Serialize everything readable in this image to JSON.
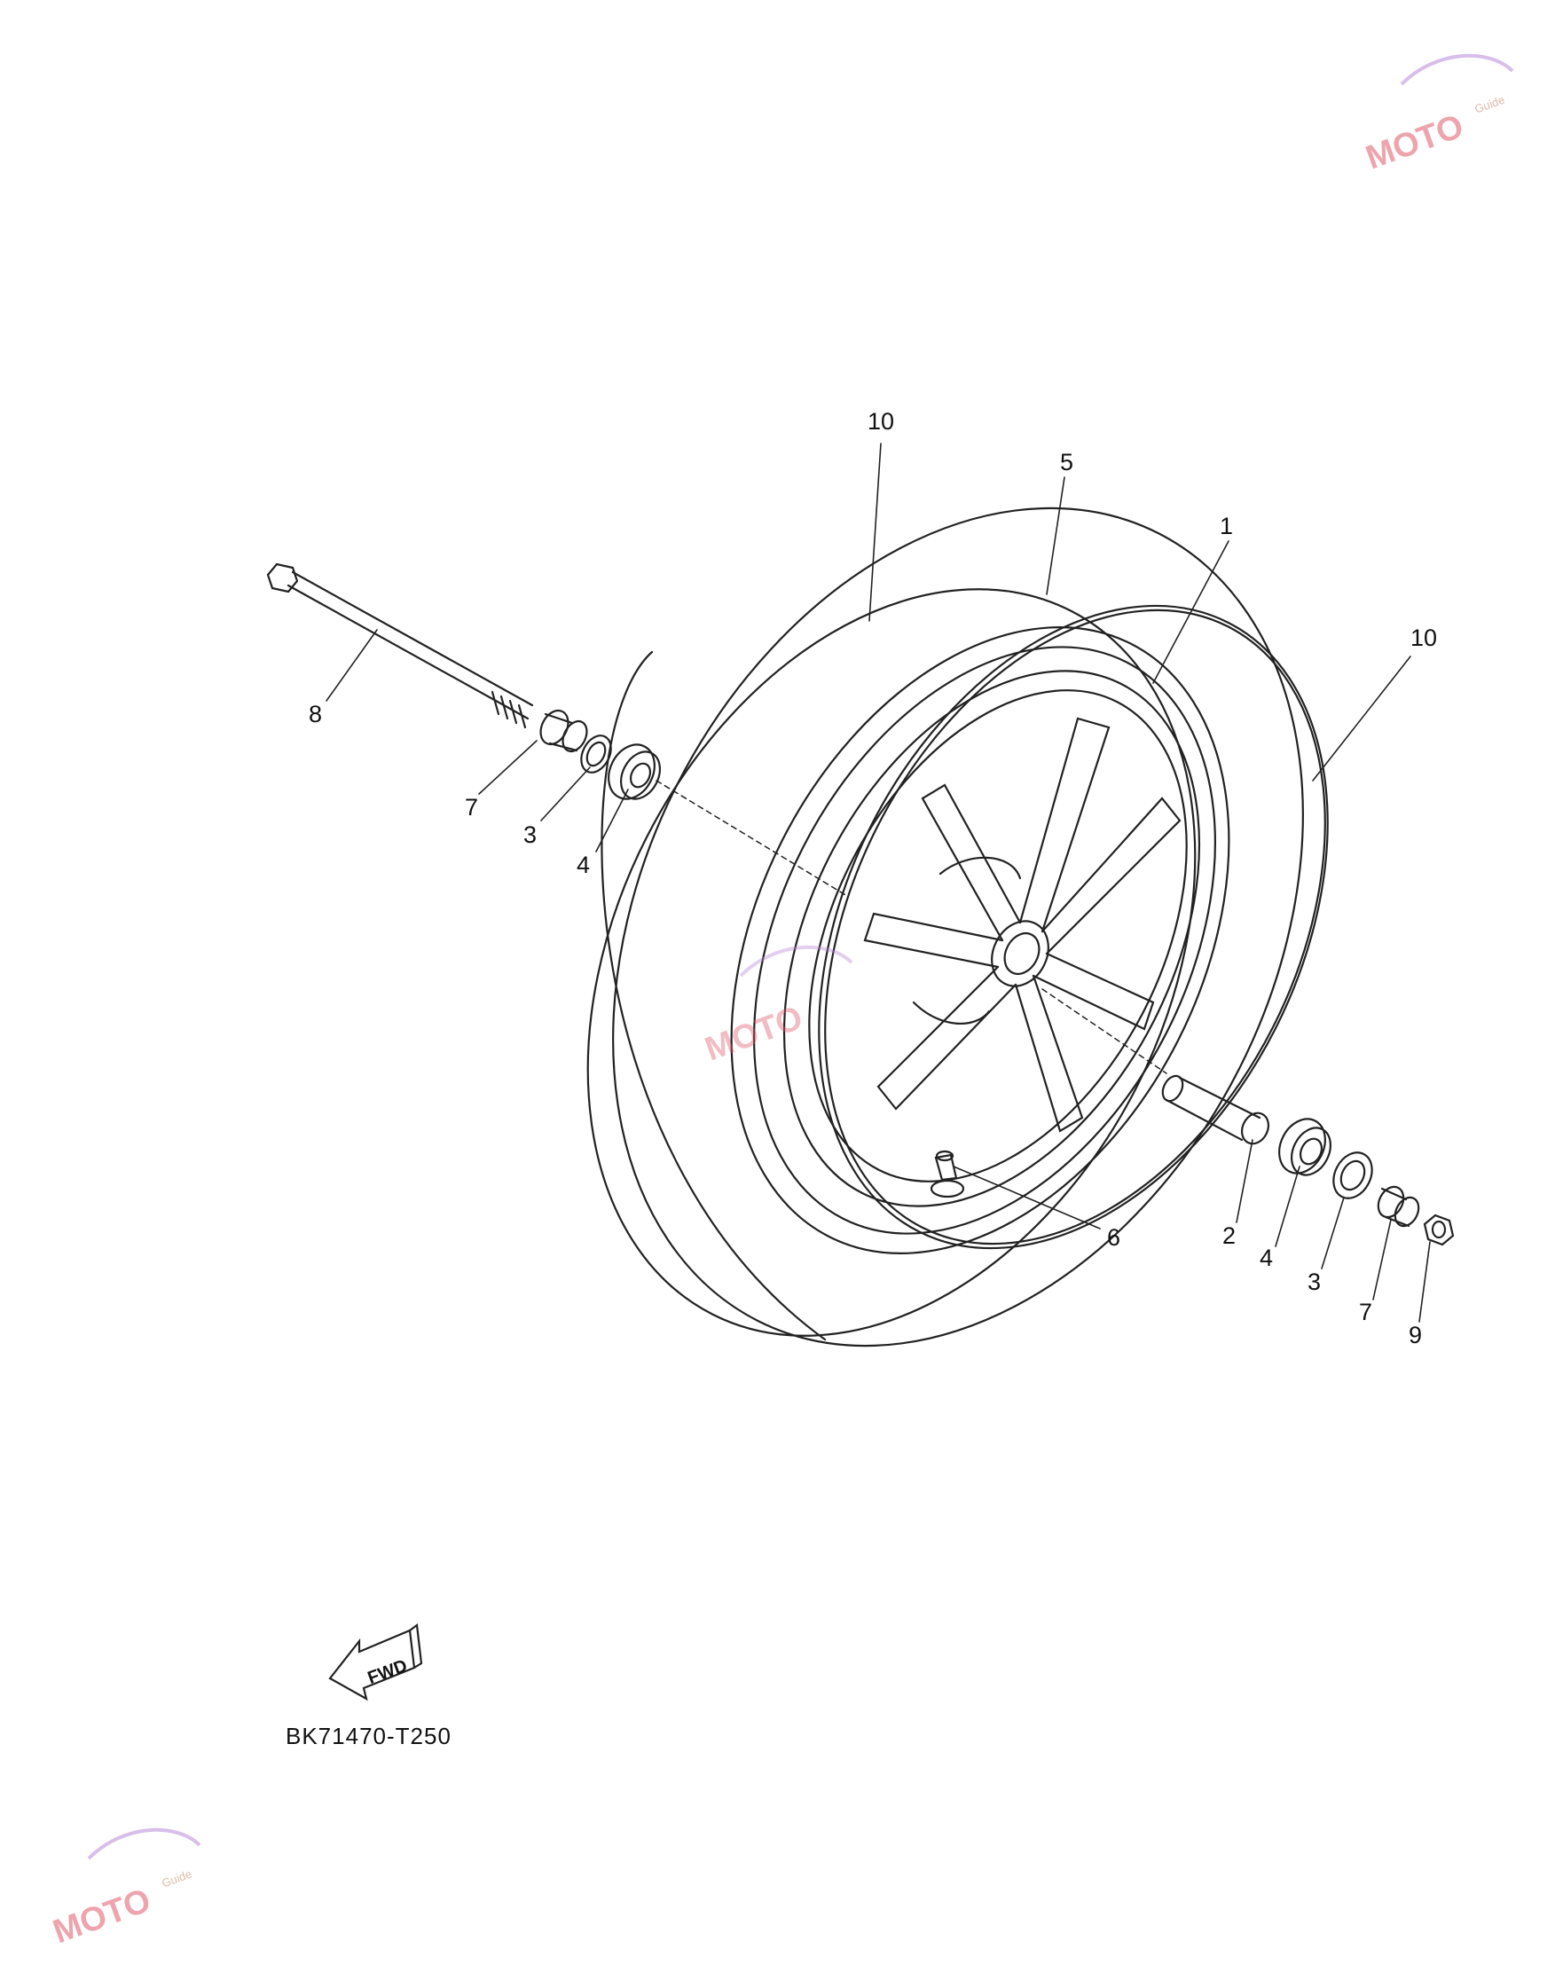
{
  "diagram": {
    "code": "BK71470-T250",
    "fwd_label": "FWD",
    "callouts": [
      {
        "id": "c10a",
        "label": "10"
      },
      {
        "id": "c5",
        "label": "5"
      },
      {
        "id": "c1",
        "label": "1"
      },
      {
        "id": "c10b",
        "label": "10"
      },
      {
        "id": "c8",
        "label": "8"
      },
      {
        "id": "c7a",
        "label": "7"
      },
      {
        "id": "c3a",
        "label": "3"
      },
      {
        "id": "c4a",
        "label": "4"
      },
      {
        "id": "c6",
        "label": "6"
      },
      {
        "id": "c2",
        "label": "2"
      },
      {
        "id": "c4b",
        "label": "4"
      },
      {
        "id": "c3b",
        "label": "3"
      },
      {
        "id": "c7b",
        "label": "7"
      },
      {
        "id": "c9",
        "label": "9"
      }
    ]
  },
  "watermark": {
    "brand": "MOTO",
    "sub": "Guide"
  }
}
